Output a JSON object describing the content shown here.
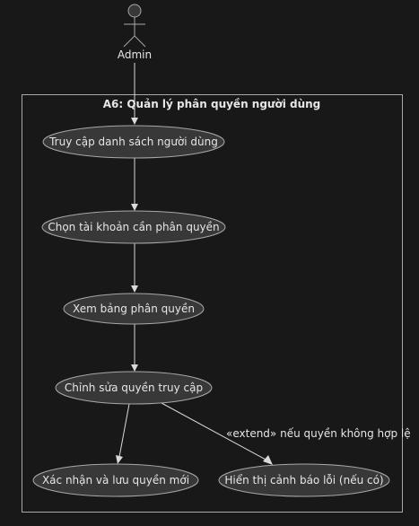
{
  "actor": {
    "name": "Admin",
    "icon": "stick-figure-actor-icon"
  },
  "system": {
    "title": "A6: Quản lý phân quyền người dùng"
  },
  "use_cases": {
    "uc1": "Truy cập danh sách người dùng",
    "uc2": "Chọn tài khoản cần phân quyền",
    "uc3": "Xem bảng phân quyền",
    "uc4": "Chỉnh sửa quyền truy cập",
    "uc5": "Xác nhận và lưu quyền mới",
    "uc6": "Hiển thị cảnh báo lỗi (nếu có)"
  },
  "relations": [
    {
      "from": "actor",
      "to": "uc1",
      "label": ""
    },
    {
      "from": "uc1",
      "to": "uc2",
      "label": ""
    },
    {
      "from": "uc2",
      "to": "uc3",
      "label": ""
    },
    {
      "from": "uc3",
      "to": "uc4",
      "label": ""
    },
    {
      "from": "uc4",
      "to": "uc5",
      "label": ""
    },
    {
      "from": "uc4",
      "to": "uc6",
      "label": "«extend» nếu quyền không hợp lệ"
    }
  ],
  "colors": {
    "background": "#181818",
    "shape_fill": "#383838",
    "border": "#a8a8a8",
    "line": "#d9d9d9",
    "text": "#e6e6e6"
  }
}
